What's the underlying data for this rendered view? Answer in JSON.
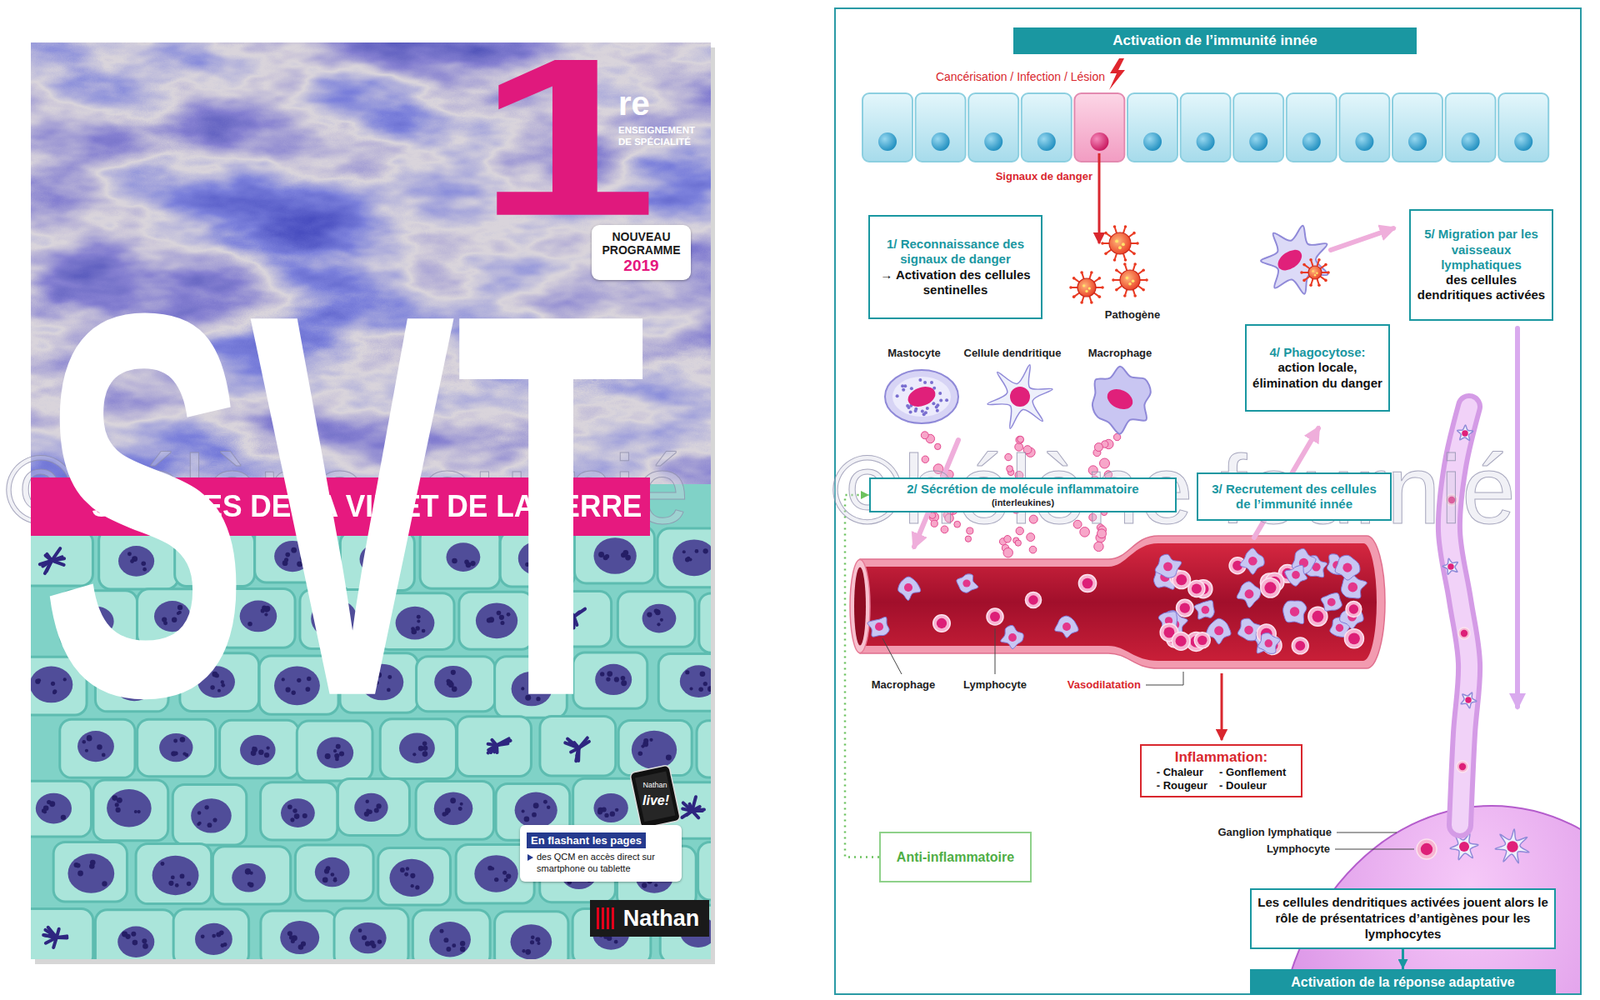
{
  "diagram": {
    "nodes": [
      {
        "text": [
          "NOUVEAU PROGRAMME",
          "2019"
        ]
      },
      {
        "text": [
          "SCIENCES DE LA VIE ET DE LA TERRE"
        ]
      },
      {
        "text": [
          "En flashant les pages",
          "des QCM en accès direct sur smartphone ou tablette"
        ]
      },
      {
        "text": [
          "Nathan"
        ]
      },
      {
        "text": [
          "Activation de l’immunité innée"
        ]
      },
      {
        "text": [
          "1/ Reconnaissance des signaux de danger",
          "→ Activation des cellules sentinelles"
        ]
      },
      {
        "text": [
          "2/ Sécrétion de molécule inflammatoire",
          "(interleukines)"
        ]
      },
      {
        "text": [
          "3/ Recrutement des cellules de l’immunité innée"
        ]
      },
      {
        "text": [
          "4/ Phagocytose:",
          "action locale, élimination du danger"
        ]
      },
      {
        "text": [
          "5/ Migration par les vaisseaux lymphatiques",
          "des cellules dendritiques activées"
        ]
      },
      {
        "text": [
          "Inflammation:",
          "- Chaleur",
          "- Gonflement",
          "- Rougeur",
          "- Douleur"
        ]
      },
      {
        "text": [
          "Anti-inflammatoire"
        ]
      },
      {
        "text": [
          "Les cellules dendritiques activées jouent alors le rôle de présentatrices d’antigènes pour les lymphocytes"
        ]
      },
      {
        "text": [
          "Activation de la réponse adaptative"
        ]
      }
    ],
    "edges": [
      {
        "from": 11,
        "to": 6,
        "arrow": "to"
      },
      {
        "from": 12,
        "to": 13,
        "arrow": "to"
      }
    ],
    "labels": [
      "1",
      "re",
      "ENSEIGNEMENT DE SPÉCIALITÉ",
      "SVT",
      "Nathan",
      "live!",
      "©hélène fournié",
      "©hélène fournié",
      "Cancérisation / Infection / Lésion",
      "Signaux de danger",
      "Pathogène",
      "Mastocyte",
      "Cellule dendritique",
      "Macrophage",
      "Macrophage",
      "Lymphocyte",
      "Vasodilatation",
      "Ganglion lymphatique",
      "Lymphocyte"
    ]
  }
}
